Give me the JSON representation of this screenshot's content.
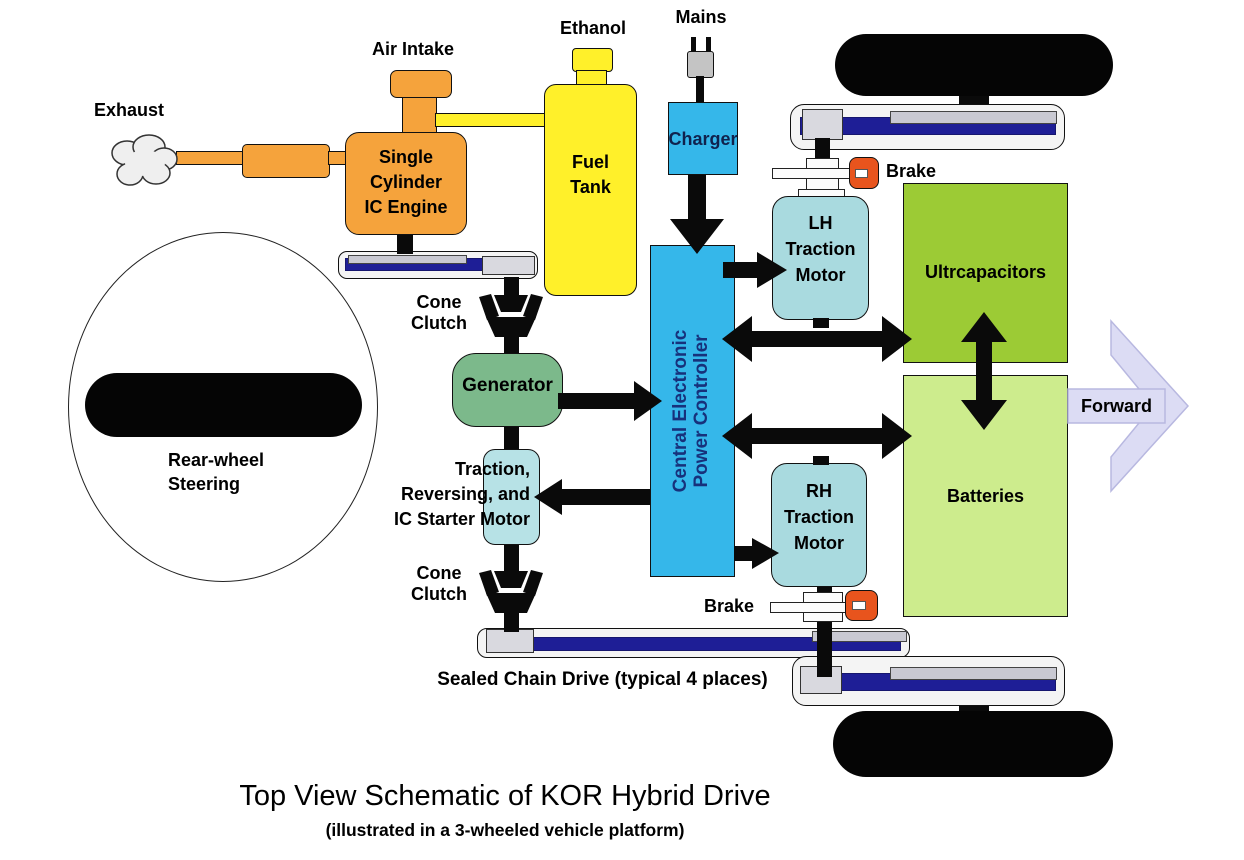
{
  "diagram": {
    "title": "Top View Schematic of KOR Hybrid Drive",
    "subtitle": "(illustrated in a 3-wheeled vehicle platform)"
  },
  "labels": {
    "exhaust": "Exhaust",
    "air_intake": "Air Intake",
    "ethanol": "Ethanol",
    "mains": "Mains",
    "brake_front": "Brake",
    "brake_rear": "Brake",
    "cone_clutch_upper": "Cone\nClutch",
    "cone_clutch_lower": "Cone\nClutch",
    "sealed_chain_drive": "Sealed Chain Drive (typical 4 places)",
    "forward": "Forward",
    "rear_wheel_steering": "Rear-wheel\nSteering"
  },
  "components": {
    "engine": "Single\nCylinder\nIC Engine",
    "fuel_tank": "Fuel\nTank",
    "charger": "Charger",
    "controller": "Central Electronic\nPower Controller",
    "generator": "Generator",
    "lh_traction_motor": "LH\nTraction\nMotor",
    "rh_traction_motor": "RH\nTraction\nMotor",
    "traction_reversing_starter_motor": "Traction,\nReversing, and\nIC Starter Motor",
    "ultracapacitors": "Ultrcapacitors",
    "batteries": "Batteries"
  },
  "colors": {
    "engine_orange": "#F5A33C",
    "fuel_yellow": "#FFF02A",
    "power_blue": "#35B7EA",
    "motor_pale_cyan": "#A9DADF",
    "generator_green": "#7CB98B",
    "ultracapacitor_green": "#9CCB35",
    "battery_green": "#CDEC8D",
    "brake_orange": "#E8541D",
    "axle_blue": "#1E1E96",
    "forward_lavender": "#DCDCF4",
    "controller_text_blue": "#17317B"
  }
}
